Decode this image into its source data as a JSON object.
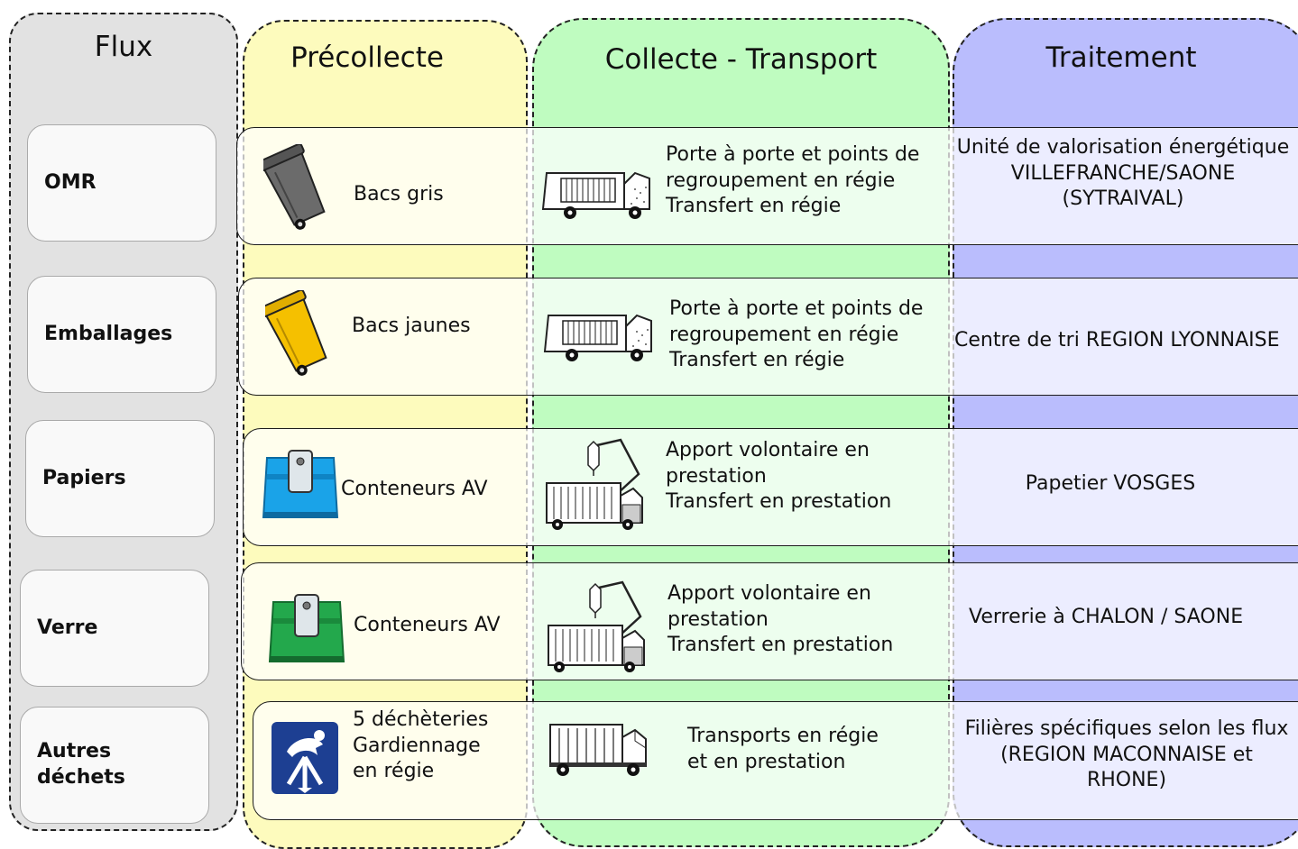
{
  "columns": {
    "flux": "Flux",
    "precollecte": "Précollecte",
    "collecte": "Collecte - Transport",
    "traitement": "Traitement"
  },
  "rows": [
    {
      "flux": "OMR",
      "precollecte": "Bacs gris",
      "collecte": [
        "Porte à porte et points de",
        "regroupement en régie",
        "Transfert en régie"
      ],
      "traitement": [
        "Unité de valorisation énergétique",
        "VILLEFRANCHE/SAONE",
        "(SYTRAIVAL)"
      ]
    },
    {
      "flux": "Emballages",
      "precollecte": "Bacs jaunes",
      "collecte": [
        "Porte à porte et points de",
        "regroupement en régie",
        "Transfert en régie"
      ],
      "traitement": [
        "Centre de tri REGION LYONNAISE"
      ]
    },
    {
      "flux": "Papiers",
      "precollecte": "Conteneurs AV",
      "collecte": [
        "Apport volontaire en",
        "prestation",
        "Transfert en prestation"
      ],
      "traitement": [
        "Papetier VOSGES"
      ]
    },
    {
      "flux": "Verre",
      "precollecte": "Conteneurs AV",
      "collecte": [
        "Apport volontaire en",
        "prestation",
        "Transfert en prestation"
      ],
      "traitement": [
        "Verrerie à CHALON / SAONE"
      ]
    },
    {
      "flux": [
        "Autres",
        "déchets"
      ],
      "precollecte": [
        "5 déchèteries",
        "Gardiennage",
        "en régie"
      ],
      "collecte": [
        "Transports en régie",
        "et en prestation"
      ],
      "traitement": [
        "Filières spécifiques selon les flux",
        "(REGION MACONNAISE et",
        "RHONE)"
      ]
    }
  ],
  "icons": [
    "grey-bin-icon",
    "yellow-bin-icon",
    "blue-container-icon",
    "green-container-icon",
    "recycling-centre-icon",
    "garbage-truck-icon",
    "crane-truck-icon",
    "box-truck-icon"
  ],
  "colors": {
    "flux": "#e2e2e2",
    "precollecte": "#fdfbbd",
    "collecte": "#bffcc0",
    "traitement": "#babdfd",
    "grey_bin": "#6b6b6b",
    "yellow_bin": "#f5c000",
    "blue_container": "#1aa3e8",
    "green_container": "#23a84c",
    "recycling_sign": "#1d3f92"
  }
}
